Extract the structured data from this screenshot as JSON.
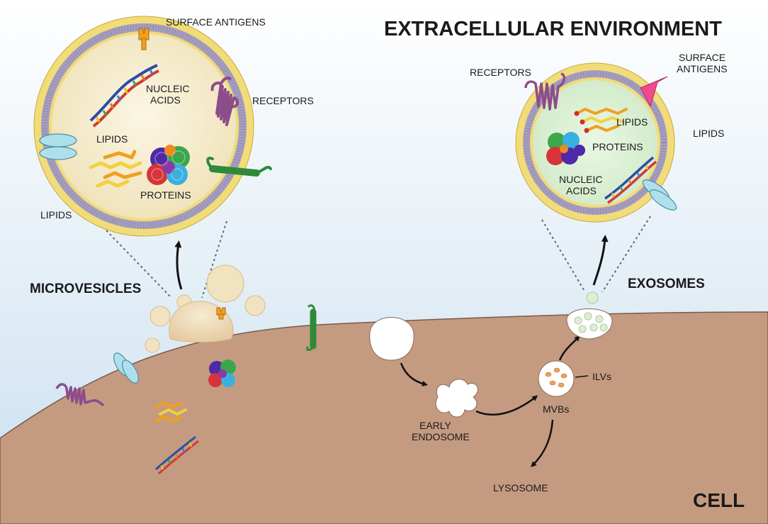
{
  "title": "EXTRACELLULAR ENVIRONMENT",
  "cell_label": "CELL",
  "microvesicles": {
    "heading": "MICROVESICLES",
    "surface_antigens": "SURFACE ANTIGENS",
    "nucleic_acids_1": "NUCLEIC",
    "nucleic_acids_2": "ACIDS",
    "receptors": "RECEPTORS",
    "lipids_inner": "LIPIDS",
    "proteins": "PROTEINS",
    "lipids_outer": "LIPIDS"
  },
  "exosomes": {
    "heading": "EXOSOMES",
    "receptors": "RECEPTORS",
    "surface_antigens_1": "SURFACE",
    "surface_antigens_2": "ANTIGENS",
    "lipids_inner": "LIPIDS",
    "lipids_outer": "LIPIDS",
    "proteins": "PROTEINS",
    "nucleic_acids_1": "NUCLEIC",
    "nucleic_acids_2": "ACIDS"
  },
  "pathway": {
    "early_endosome_1": "EARLY",
    "early_endosome_2": "ENDOSOME",
    "mvbs": "MVBs",
    "ilvs": "ILVs",
    "lysosome": "LYSOSOME"
  },
  "colors": {
    "cell": "#c49b80",
    "vesicle_fill": "#f4ecd2",
    "exosome_fill": "#dff2d8",
    "membrane_head": "#f2dc7a",
    "membrane_tail": "#a69fbf",
    "antigen": "#f0a020",
    "receptor": "#8c4d8a",
    "channel": "#aee0ec",
    "pink_antigen": "#f04a8c"
  }
}
